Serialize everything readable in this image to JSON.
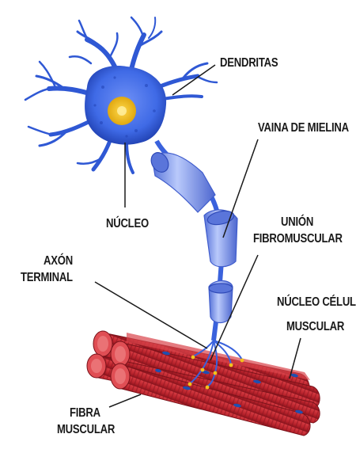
{
  "labels": {
    "dendritas": "DENDRITAS",
    "vaina": "VAINA DE MIELINA",
    "nucleo": "NÚCLEO",
    "union_1": "UNIÓN",
    "union_2": "FIBROMUSCULAR",
    "axon_1": "AXÓN",
    "axon_2": "TERMINAL",
    "nucleo_celula_1": "NÚCLEO CÉLULA",
    "nucleo_celula_2": "MUSCULAR",
    "fibra_1": "FIBRA",
    "fibra_2": "MUSCULAR"
  },
  "colors": {
    "neuron_body": "#3f6ae6",
    "neuron_dark": "#2446b8",
    "nucleus": "#f3c21c",
    "myelin": "#7f9cf0",
    "muscle": "#c4262f",
    "muscle_dark": "#8a1520",
    "muscle_nuclei": "#1f4fb0"
  }
}
